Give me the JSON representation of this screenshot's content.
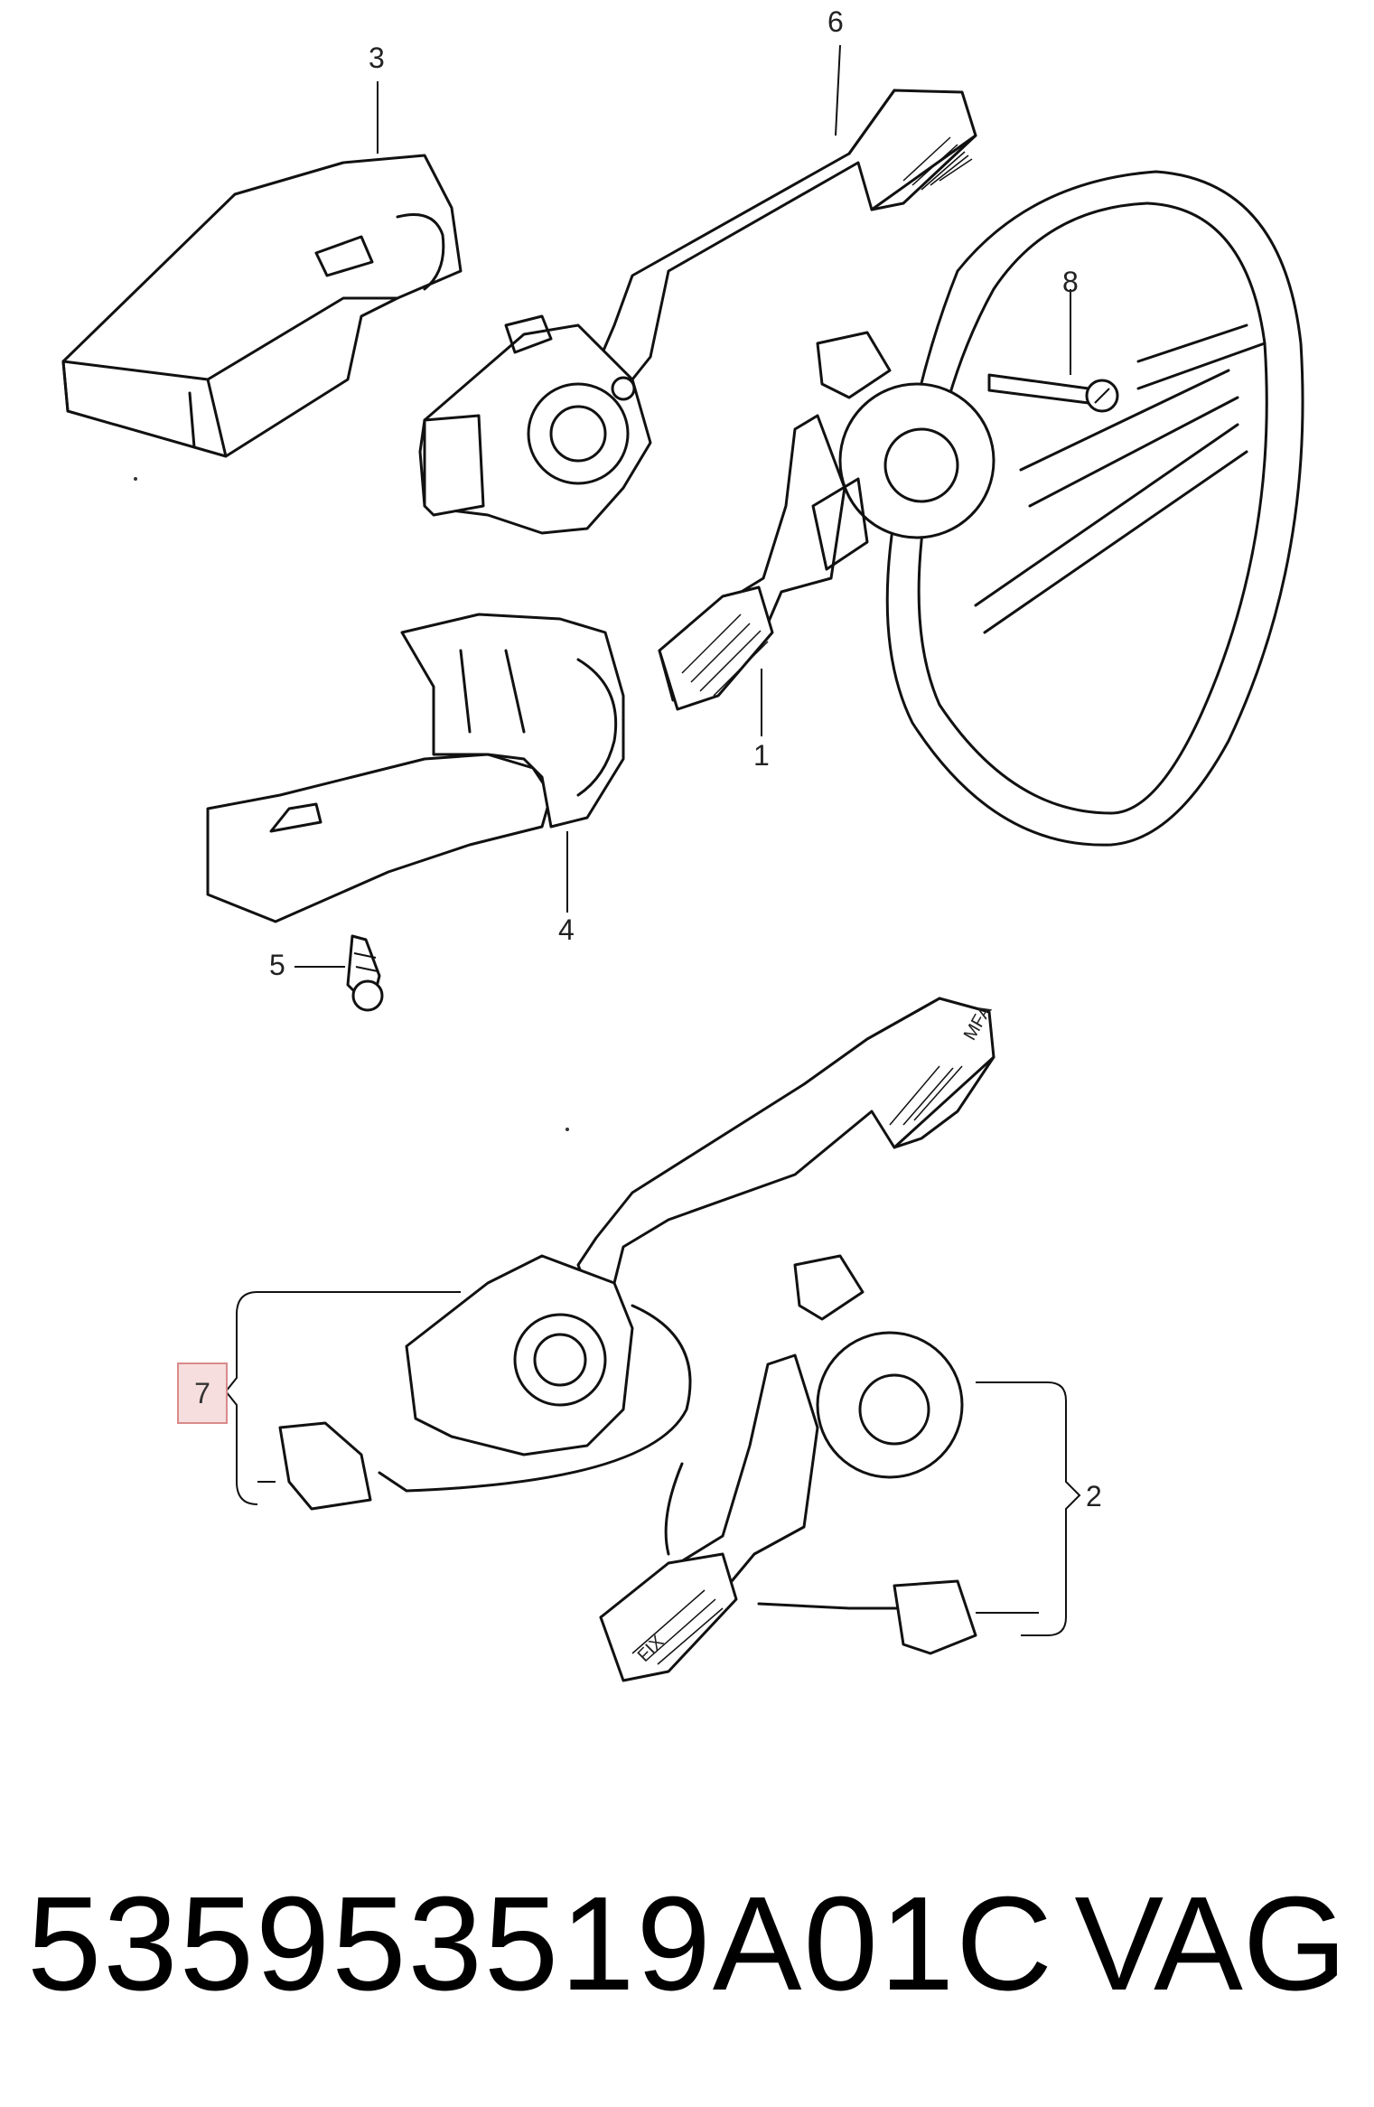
{
  "callouts": {
    "c1": "1",
    "c2": "2",
    "c3": "3",
    "c4": "4",
    "c5": "5",
    "c6": "6",
    "c7": "7",
    "c8": "8"
  },
  "footer": {
    "part_number": "535953519A01C",
    "brand": "VAG"
  },
  "lever_markings": {
    "lower_left_lever": "FIX",
    "upper_right_lever": "MFA"
  }
}
